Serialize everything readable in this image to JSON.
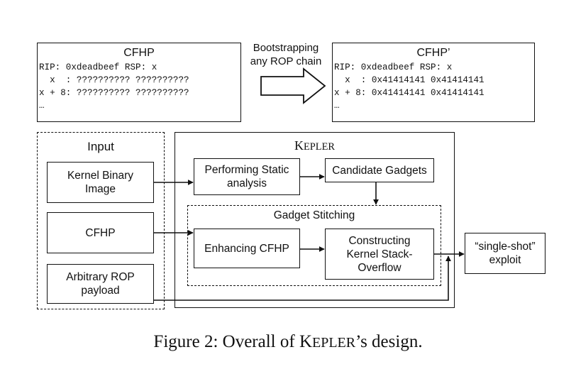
{
  "cfhp_before": {
    "title": "CFHP",
    "lines": [
      "RIP: 0xdeadbeef RSP: x",
      "  x  : ?????????? ??????????",
      "x + 8: ?????????? ??????????",
      "…"
    ]
  },
  "bootstrap_label": "Bootstrapping\nany ROP chain",
  "cfhp_after": {
    "title": "CFHP’",
    "lines": [
      "RIP: 0xdeadbeef RSP: x",
      "  x  : 0x41414141 0x41414141",
      "x + 8: 0x41414141 0x41414141",
      "…"
    ]
  },
  "input_group": {
    "title": "Input",
    "items": [
      "Kernel Binary\nImage",
      "CFHP",
      "Arbitrary ROP\npayload"
    ]
  },
  "kepler": {
    "title_first": "K",
    "title_rest": "EPLER",
    "static_analysis": "Performing Static\nanalysis",
    "candidate_gadgets": "Candidate Gadgets",
    "stitching_title": "Gadget Stitching",
    "enhancing": "Enhancing CFHP",
    "constructing": "Constructing\nKernel Stack-\nOverflow"
  },
  "exploit": "“single-shot”\nexploit",
  "caption": {
    "prefix": "Figure 2: Overall of ",
    "k": "K",
    "epler": "EPLER",
    "suffix": "’s design."
  }
}
